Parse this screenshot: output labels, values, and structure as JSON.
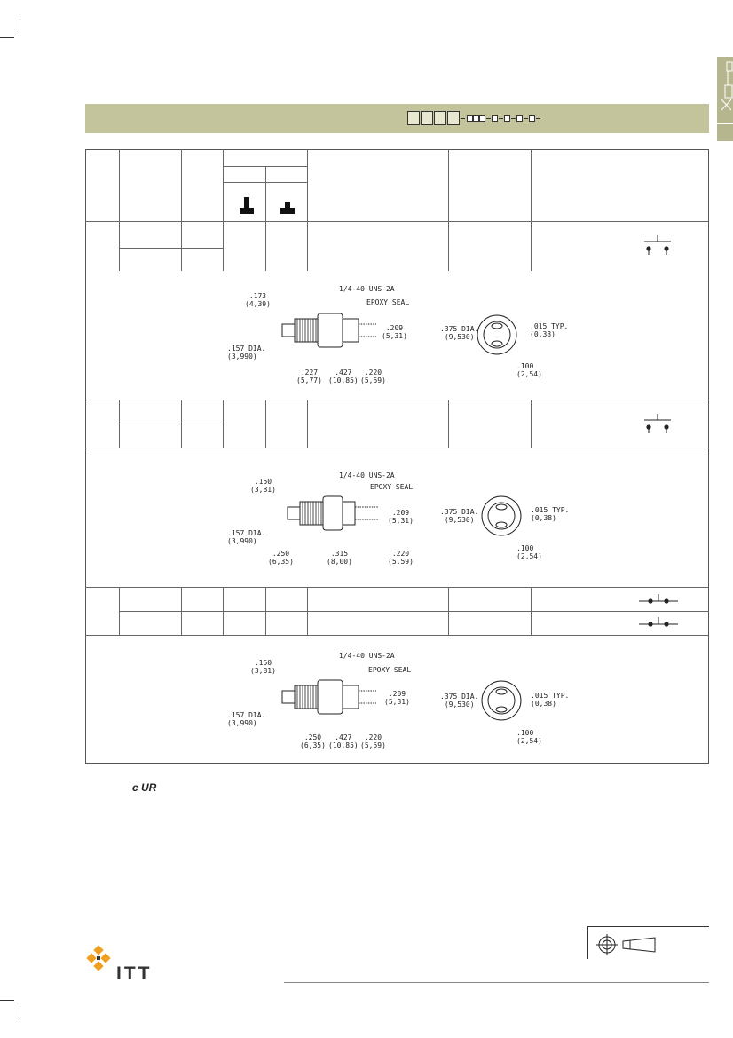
{
  "colors": {
    "header_band": "#c4c49c",
    "side_tab": "#b6b68e",
    "logo_orange": "#f0a020",
    "text": "#222222"
  },
  "brand": {
    "name": "ITT"
  },
  "certification": {
    "mark": "c UR"
  },
  "drawings": [
    {
      "thread": "1/4-40 UNS-2A",
      "seal": "EPOXY SEAL",
      "d1": ".173",
      "d1m": "(4,39)",
      "dia": ".157 DIA.",
      "diam": "(3,990)",
      "pin": ".209",
      "pinm": "(5,31)",
      "a": ".227",
      "am": "(5,77)",
      "b": ".427",
      "bm": "(10,85)",
      "c": ".220",
      "cm": "(5,59)",
      "odia": ".375 DIA.",
      "odiam": "(9,530)",
      "typ": ".015 TYP.",
      "typm": "(0,38)",
      "sp": ".100",
      "spm": "(2,54)"
    },
    {
      "thread": "1/4-40 UNS-2A",
      "seal": "EPOXY SEAL",
      "d1": ".150",
      "d1m": "(3,81)",
      "dia": ".157 DIA.",
      "diam": "(3,990)",
      "pin": ".209",
      "pinm": "(5,31)",
      "a": ".250",
      "am": "(6,35)",
      "b": ".315",
      "bm": "(8,00)",
      "c": ".220",
      "cm": "(5,59)",
      "odia": ".375 DIA.",
      "odiam": "(9,530)",
      "typ": ".015 TYP.",
      "typm": "(0,38)",
      "sp": ".100",
      "spm": "(2,54)"
    },
    {
      "thread": "1/4-40 UNS-2A",
      "seal": "EPOXY SEAL",
      "d1": ".150",
      "d1m": "(3,81)",
      "dia": ".157 DIA.",
      "diam": "(3,990)",
      "pin": ".209",
      "pinm": "(5,31)",
      "a": ".250",
      "am": "(6,35)",
      "b": ".427",
      "bm": "(10,85)",
      "c": ".220",
      "cm": "(5,59)",
      "odia": ".375 DIA.",
      "odiam": "(9,530)",
      "typ": ".015 TYP.",
      "typm": "(0,38)",
      "sp": ".100",
      "spm": "(2,54)"
    }
  ]
}
